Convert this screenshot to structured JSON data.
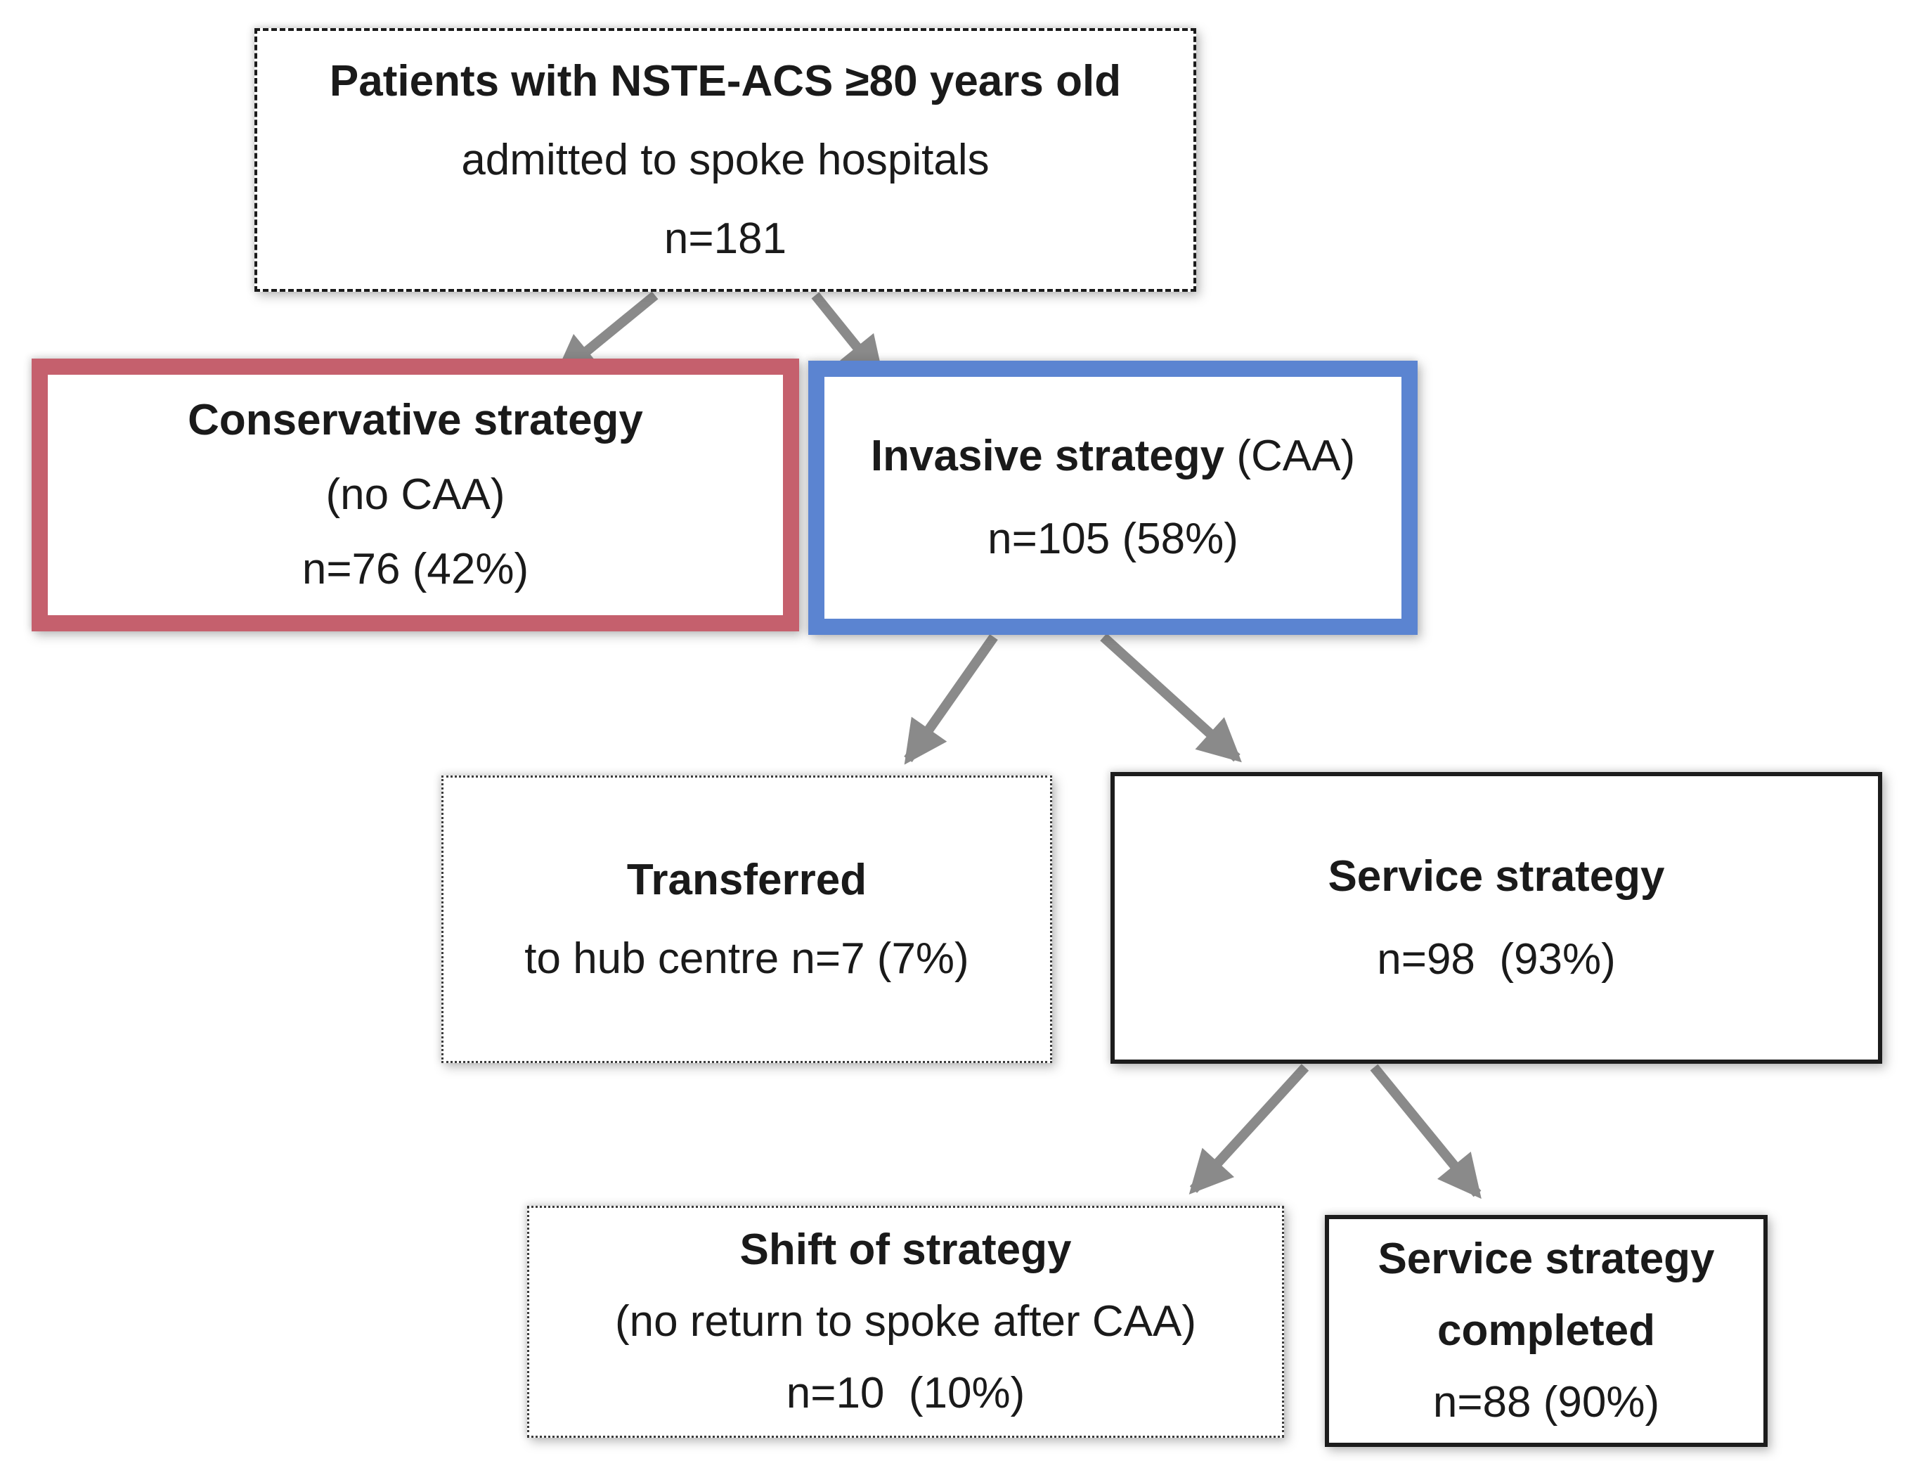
{
  "diagram": {
    "kind": "patient-flow-chart",
    "nodes": {
      "root": {
        "line1": "Patients with NSTE-ACS ≥80 years old",
        "line2": "admitted to spoke hospitals",
        "line3": "n=181"
      },
      "conservative": {
        "line1": "Conservative strategy",
        "line2": "(no CAA)",
        "line3": "n=76 (42%)"
      },
      "invasive": {
        "line1_bold": "Invasive strategy",
        "line1_rest": " (CAA)",
        "line2": "n=105 (58%)"
      },
      "transferred": {
        "line1": "Transferred",
        "line2": "to hub centre n=7 (7%)"
      },
      "service": {
        "line1": "Service strategy",
        "line2": "n=98  (93%)"
      },
      "shift": {
        "line1": "Shift of strategy",
        "line2": "(no return to spoke after CAA)",
        "line3": "n=10  (10%)"
      },
      "completed": {
        "line1": "Service strategy",
        "line2": "completed",
        "line3": "n=88 (90%)"
      }
    },
    "edges": [
      {
        "from": "root",
        "to": "conservative"
      },
      {
        "from": "root",
        "to": "invasive"
      },
      {
        "from": "invasive",
        "to": "transferred"
      },
      {
        "from": "invasive",
        "to": "service"
      },
      {
        "from": "service",
        "to": "shift"
      },
      {
        "from": "service",
        "to": "completed"
      }
    ]
  },
  "colors": {
    "conservative_border": "#c5606d",
    "invasive_border": "#5b84d1",
    "solid_border": "#1c1c1c",
    "dotted_border": "#3c3c3c",
    "arrow": "#8a8a8a"
  }
}
